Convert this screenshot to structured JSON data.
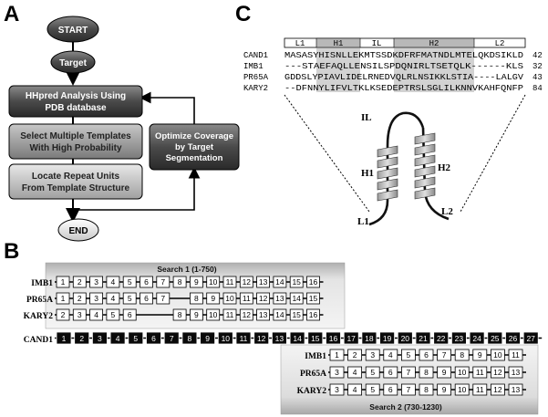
{
  "panel_labels": {
    "a": "A",
    "b": "B",
    "c": "C"
  },
  "flow": {
    "start": "START",
    "target": "Target",
    "step1": [
      "HHpred Analysis Using",
      "PDB database"
    ],
    "step2": [
      "Select Multiple Templates",
      "With High Probability"
    ],
    "step3": [
      "Locate Repeat Units",
      "From Template Structure"
    ],
    "side": [
      "Optimize Coverage",
      "by Target",
      "Segmentation"
    ],
    "end": "END"
  },
  "alignment": {
    "segments": [
      "L1",
      "H1",
      "IL",
      "H2",
      "L2"
    ],
    "rows": [
      {
        "name": "CAND1",
        "seq": "MASASYHISNLLEKMTSSDKDFRFMATNDLMTELQKDSIKLD",
        "num": "42"
      },
      {
        "name": "IMB1",
        "seq": "---STAEFAQLLENSILSPDQNIRLTSETQLK------KLS",
        "num": "32"
      },
      {
        "name": "PR65A",
        "seq": "GDDSLYPIAVLIDELRNEDVQLRLNSIKKLSTIA----LALGV",
        "num": "43"
      },
      {
        "name": "KARY2",
        "seq": "--DFNNYLIFVLTKLKSEDEPTRSLSGLILKNNVKAHFQNFP",
        "num": "84"
      }
    ],
    "structure_labels": {
      "il": "IL",
      "h1": "H1",
      "h2": "H2",
      "l1": "L1",
      "l2": "L2"
    }
  },
  "search1": {
    "title": "Search 1 (1-750)",
    "rows": [
      {
        "name": "IMB1",
        "units": [
          "1",
          "2",
          "3",
          "4",
          "5",
          "6",
          "7",
          "8",
          "9",
          "10",
          "11",
          "12",
          "13",
          "14",
          "15",
          "16"
        ]
      },
      {
        "name": "PR65A",
        "units": [
          "1",
          "2",
          "3",
          "4",
          "5",
          "6",
          "7",
          "",
          "8",
          "9",
          "10",
          "11",
          "12",
          "13",
          "14",
          "15"
        ]
      },
      {
        "name": "KARY2",
        "units": [
          "2",
          "3",
          "4",
          "5",
          "6",
          "",
          "",
          "8",
          "9",
          "10",
          "11",
          "12",
          "13",
          "14",
          "15",
          "16"
        ]
      }
    ]
  },
  "cand1": {
    "name": "CAND1",
    "units": [
      "1",
      "2",
      "3",
      "4",
      "5",
      "6",
      "7",
      "8",
      "9",
      "10",
      "11",
      "12",
      "13",
      "14",
      "15",
      "16",
      "17",
      "18",
      "19",
      "20",
      "21",
      "22",
      "23",
      "24",
      "25",
      "26",
      "27"
    ]
  },
  "search2": {
    "title": "Search 2 (730-1230)",
    "rows": [
      {
        "name": "IMB1",
        "units": [
          "1",
          "2",
          "3",
          "4",
          "5",
          "6",
          "7",
          "8",
          "9",
          "10",
          "11"
        ]
      },
      {
        "name": "PR65A",
        "units": [
          "3",
          "4",
          "5",
          "6",
          "7",
          "8",
          "9",
          "10",
          "11",
          "12",
          "13"
        ]
      },
      {
        "name": "KARY2",
        "units": [
          "3",
          "4",
          "5",
          "6",
          "7",
          "8",
          "9",
          "10",
          "11",
          "12",
          "13"
        ]
      }
    ]
  }
}
